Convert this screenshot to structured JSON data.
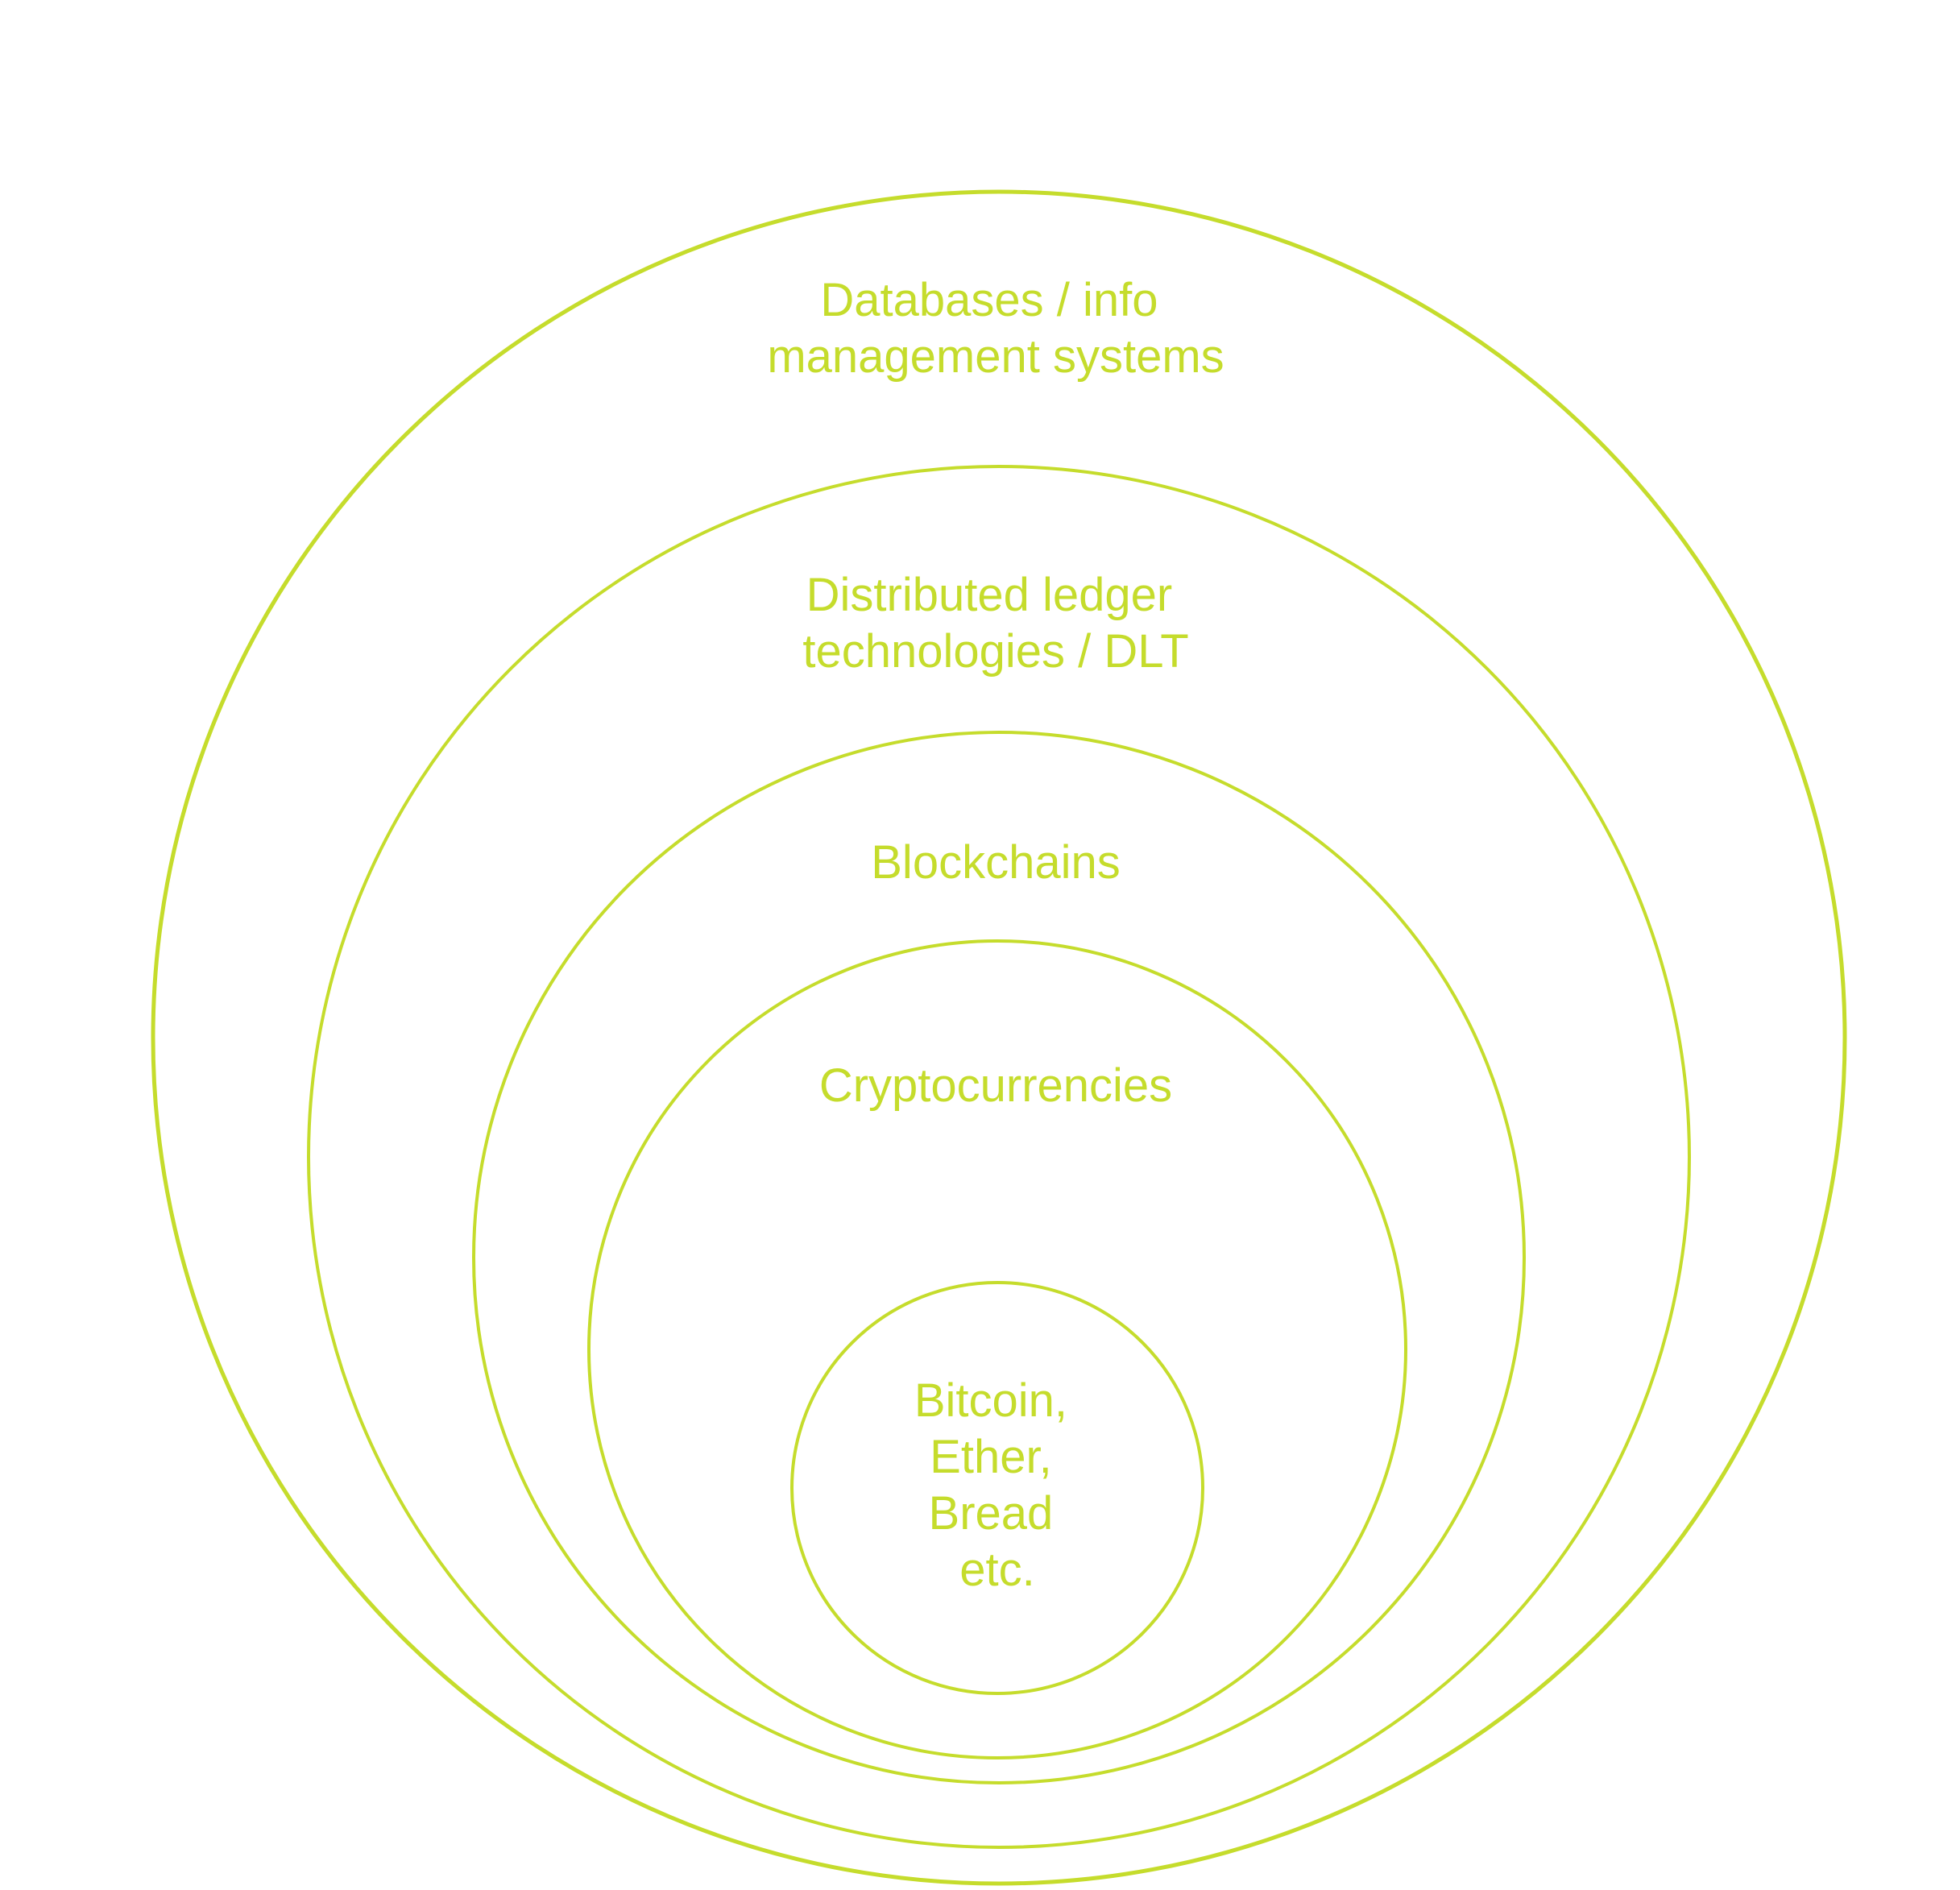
{
  "colors": {
    "background": "#ffffff",
    "fill": "#0d2d4e",
    "stroke": "#c5dc2c",
    "text": "#c5dc2c"
  },
  "rings": [
    {
      "id": "databases",
      "label": [
        "Databases / info",
        "management systems"
      ]
    },
    {
      "id": "dlt",
      "label": [
        "Distributed ledger",
        "technologies / DLT"
      ]
    },
    {
      "id": "blockchains",
      "label": [
        "Blockchains"
      ]
    },
    {
      "id": "cryptocurrencies",
      "label": [
        "Cryptocurrencies"
      ]
    },
    {
      "id": "examples",
      "label": [
        "Bitcoin,",
        "Ether,",
        "Bread",
        "etc."
      ]
    }
  ]
}
